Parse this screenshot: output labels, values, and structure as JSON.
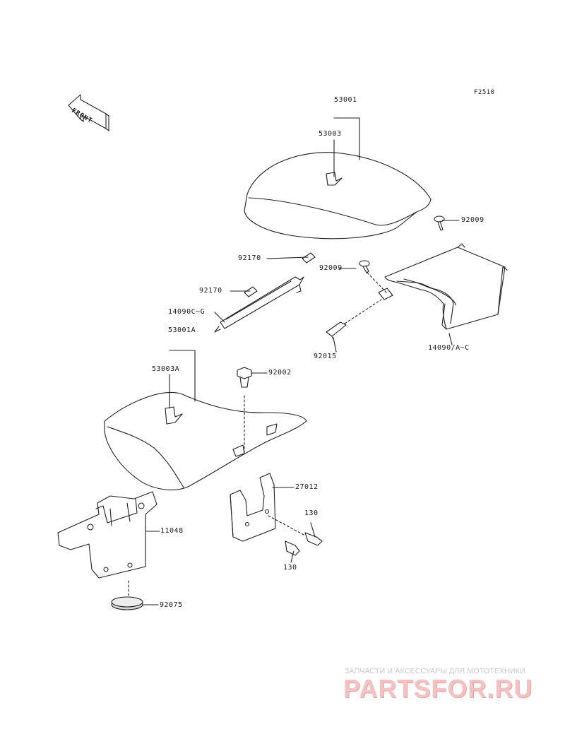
{
  "figure_code": "F2510",
  "front_arrow": {
    "text": "FRONT"
  },
  "parts": {
    "p53001": "53001",
    "p53003": "53003",
    "p92009_top": "92009",
    "p92170_a": "92170",
    "p92009_mid": "92009",
    "p92170_b": "92170",
    "p14090G": "14090C~G",
    "p53001A": "53001A",
    "p53003A": "53003A",
    "p14090AC": "14090/A~C",
    "p92015": "92015",
    "p92002": "92002",
    "p27012": "27012",
    "p130_a": "130",
    "p11048": "11048",
    "p130_b": "130",
    "p92075": "92075"
  },
  "watermark": {
    "tagline": "ЗАПЧАСТИ И АКСЕССУАРЫ ДЛЯ МОТОТЕХНИКИ",
    "logo": "PARTSFOR.RU"
  }
}
